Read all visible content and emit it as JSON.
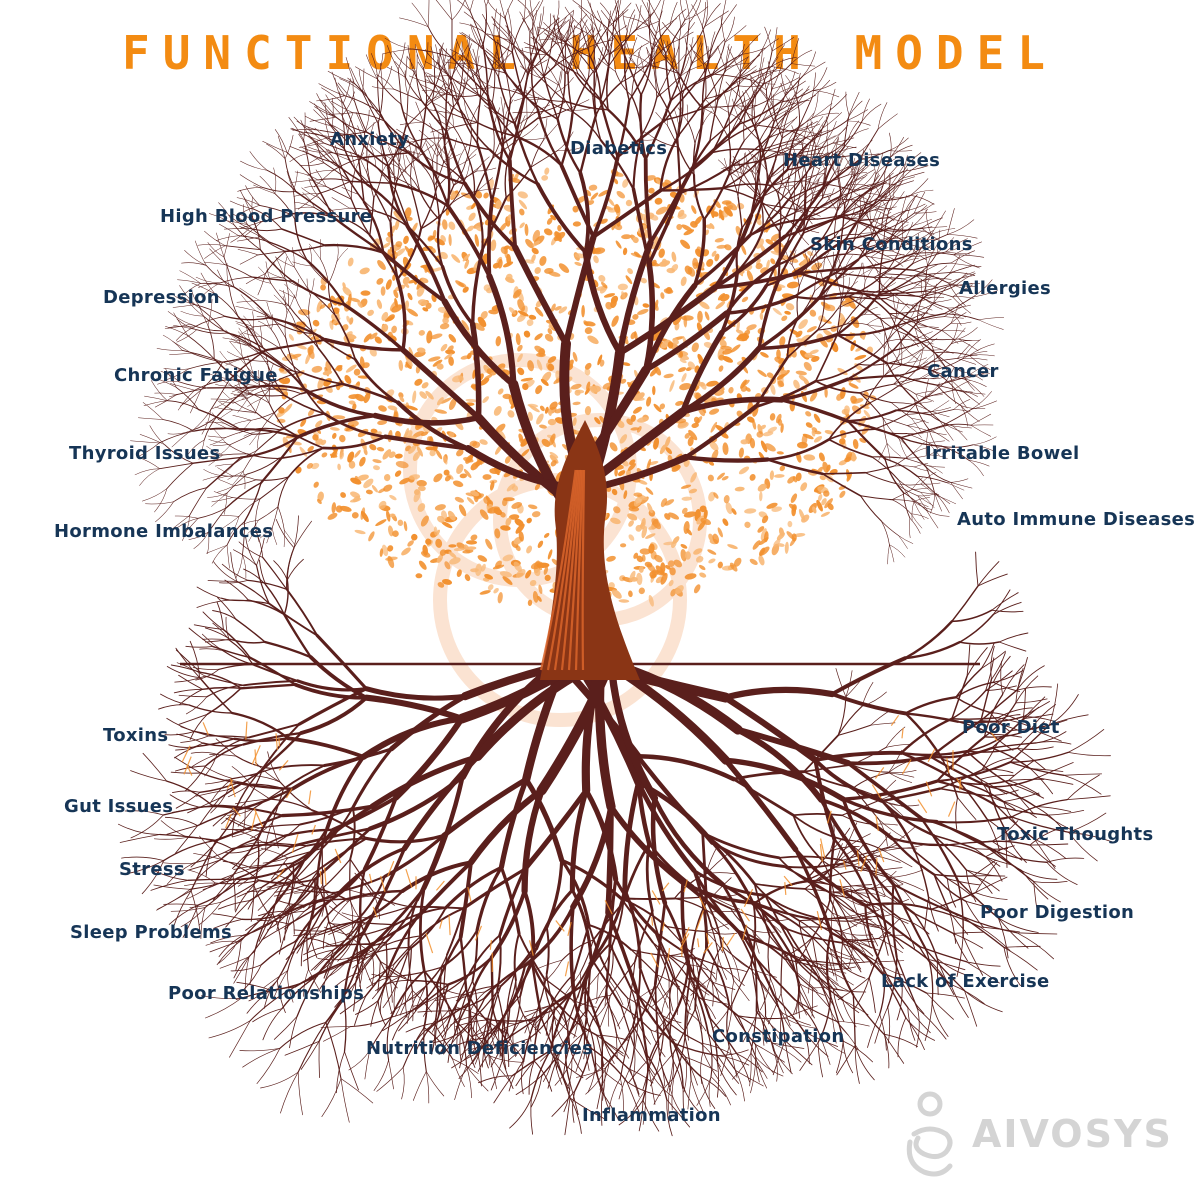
{
  "title": "FUNCTIONAL HEALTH MODEL",
  "symptoms": [
    "Anxiety",
    "Diabetics",
    "Heart Diseases",
    "High Blood Pressure",
    "Skin Conditions",
    "Depression",
    "Allergies",
    "Chronic Fatigue",
    "Cancer",
    "Thyroid Issues",
    "Irritable Bowel",
    "Hormone Imbalances",
    "Auto Immune Diseases"
  ],
  "root_causes": [
    "Toxins",
    "Poor Diet",
    "Gut Issues",
    "Toxic Thoughts",
    "Stress",
    "Poor Digestion",
    "Sleep Problems",
    "Lack of Exercise",
    "Poor Relationships",
    "Constipation",
    "Nutrition Deficiencies",
    "Inflammation"
  ],
  "brand": "AIVOSYS",
  "colors": {
    "title": "#f38b12",
    "label": "#163556",
    "trunk": "#8a3515",
    "trunk_highlight": "#d9642a",
    "branch": "#5a1f1c",
    "leaf": "#f2902e",
    "leaf_light": "#f8b774",
    "logo": "#d4d4d4"
  }
}
